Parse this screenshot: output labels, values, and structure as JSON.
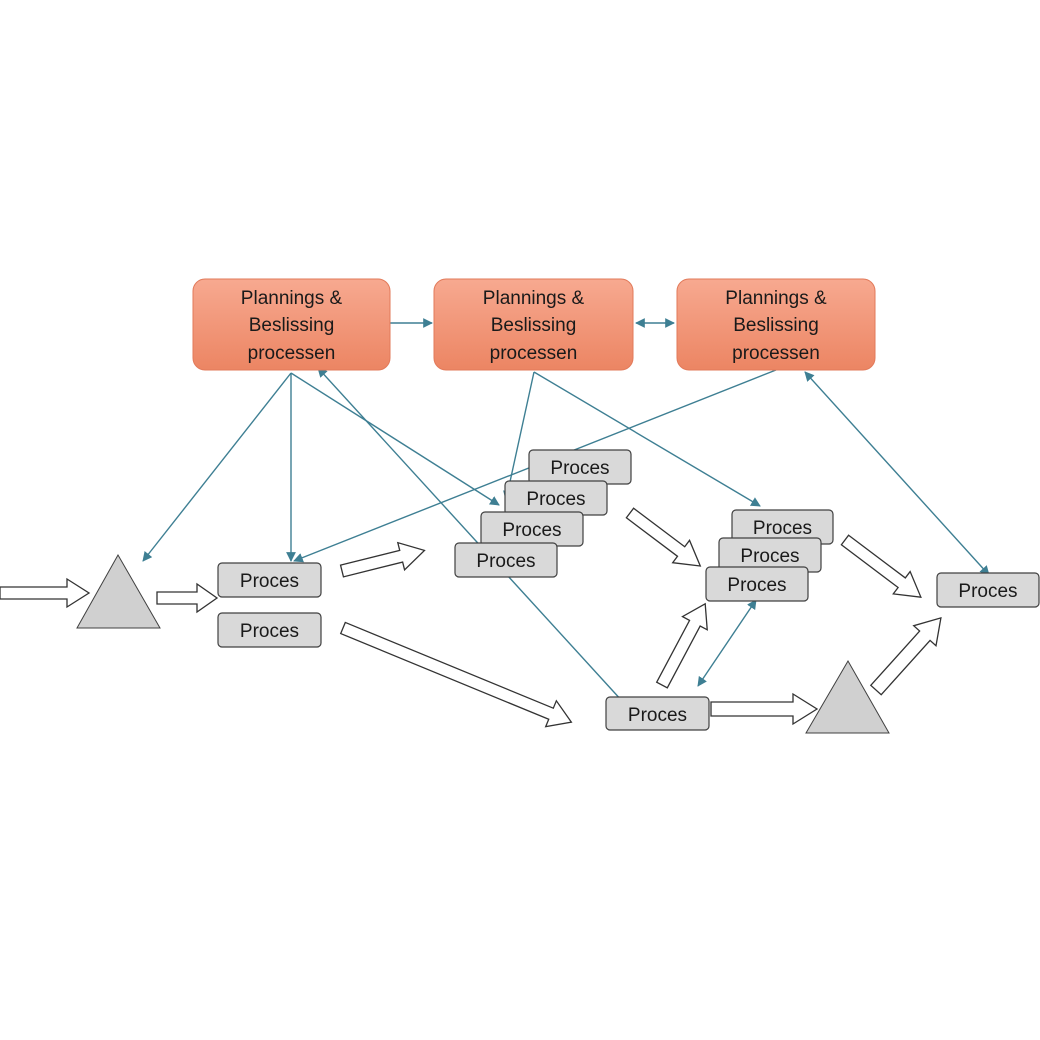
{
  "planning_boxes": [
    {
      "lines": [
        "Plannings &",
        "Beslissing",
        "processen"
      ]
    },
    {
      "lines": [
        "Plannings &",
        "Beslissing",
        "processen"
      ]
    },
    {
      "lines": [
        "Plannings &",
        "Beslissing",
        "processen"
      ]
    }
  ],
  "process_label": "Proces",
  "colors": {
    "planning_top": "#f7a990",
    "planning_bottom": "#ec8563",
    "planning_border": "#e27a5a",
    "process_fill": "#d9d9d9",
    "process_border": "#404040",
    "triangle_fill": "#d0d0d0",
    "connector": "#3e7f93"
  }
}
